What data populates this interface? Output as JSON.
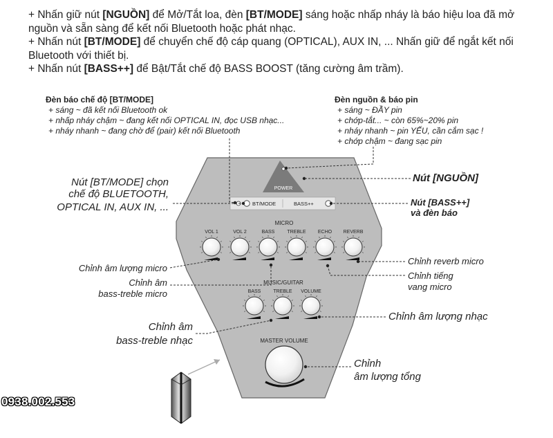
{
  "intro": [
    {
      "pre": "+ Nhấn giữ nút ",
      "b1": "[NGUỒN]",
      "mid": " để Mở/Tắt loa, đèn ",
      "b2": "[BT/MODE]",
      "post": " sáng hoặc nhấp nháy là báo hiệu loa đã mở nguồn và sẵn sàng để kết nối Bluetooth hoặc phát nhạc."
    },
    {
      "pre": "+ Nhấn nút ",
      "b1": "[BT/MODE]",
      "mid": " để chuyển chế độ cáp quang (OPTICAL), AUX IN, ... Nhấn giữ để ngắt kết nối Bluetooth với thiết bị.",
      "b2": "",
      "post": ""
    },
    {
      "pre": "+ Nhấn nút ",
      "b1": "[BASS++]",
      "mid": " để Bật/Tắt chế độ BASS BOOST (tăng cường âm trầm).",
      "b2": "",
      "post": ""
    }
  ],
  "mode_led": {
    "title": "Đèn báo chế độ [BT/MODE]",
    "lines": [
      "+ sáng ~ đã kết nối Bluetooth ok",
      "+ nhấp nháy chậm ~ đang kết nối OPTICAL IN, đọc USB nhạc...",
      "+ nháy nhanh ~ đang chờ để (pair) kết nối Bluetooth"
    ]
  },
  "power_led": {
    "title": "Đèn nguồn & báo pin",
    "lines": [
      "+ sáng ~ ĐẦY pin",
      "+ chớp-tắt... ~ còn 65%~20% pin",
      "+ nháy nhanh ~ pin YẾU, cần cắm sạc !",
      "+ chớp chậm ~ đang sạc pin"
    ]
  },
  "callouts": {
    "bt_mode_1": "Nút [BT/MODE] chọn",
    "bt_mode_2": "chế độ BLUETOOTH,",
    "bt_mode_3": "OPTICAL IN, AUX IN, ...",
    "power": "Nút [NGUỒN]",
    "bass_1": "Nút [BASS++]",
    "bass_2": "và đèn báo",
    "mic_volume": "Chỉnh âm lượng micro",
    "mic_eq_1": "Chỉnh âm",
    "mic_eq_2": "bass-treble micro",
    "reverb": "Chỉnh reverb micro",
    "echo_1": "Chỉnh tiếng",
    "echo_2": "vang micro",
    "music_eq_1": "Chỉnh âm",
    "music_eq_2": "bass-treble nhạc",
    "music_volume": "Chỉnh âm lượng nhạc",
    "master_1": "Chỉnh",
    "master_2": "âm lượng tổng"
  },
  "panel": {
    "power": "POWER",
    "bt_mode": "BT/MODE",
    "bass": "BASS++",
    "micro": "MICRO",
    "micro_knobs": [
      "VOL 1",
      "VOL 2",
      "BASS",
      "TREBLE",
      "ECHO",
      "REVERB"
    ],
    "music": "MUSIC/GUITAR",
    "music_knobs": [
      "BASS",
      "TREBLE",
      "VOLUME"
    ],
    "master": "MASTER VOLUME"
  },
  "phone": "0938.002.553"
}
